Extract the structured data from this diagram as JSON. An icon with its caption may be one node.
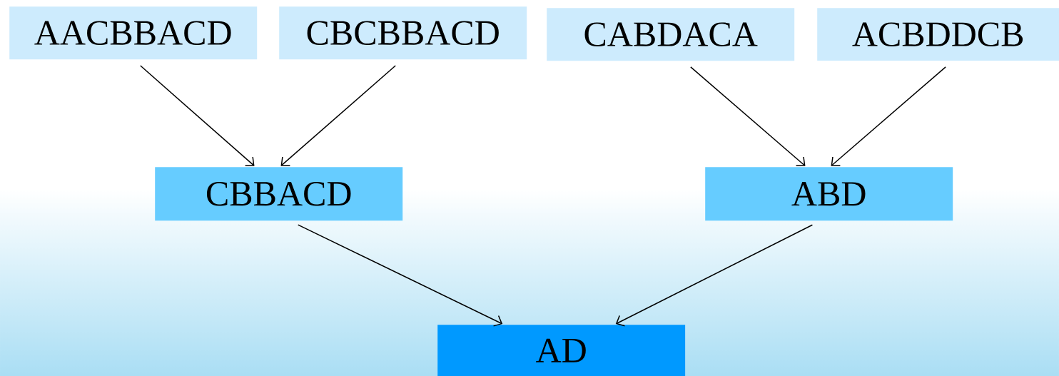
{
  "diagram": {
    "nodes": [
      {
        "text": [
          "AACBBACD"
        ]
      },
      {
        "text": [
          "CBCBBACD"
        ]
      },
      {
        "text": [
          "CABDACA"
        ]
      },
      {
        "text": [
          "ACBDDCB"
        ]
      },
      {
        "text": [
          "CBBACD"
        ]
      },
      {
        "text": [
          "ABD"
        ]
      },
      {
        "text": [
          "AD"
        ]
      }
    ],
    "edges": [
      {
        "from": 0,
        "to": 4,
        "arrow": "to"
      },
      {
        "from": 1,
        "to": 4,
        "arrow": "to"
      },
      {
        "from": 2,
        "to": 5,
        "arrow": "to"
      },
      {
        "from": 3,
        "to": 5,
        "arrow": "to"
      },
      {
        "from": 4,
        "to": 6,
        "arrow": "to"
      },
      {
        "from": 5,
        "to": 6,
        "arrow": "to"
      }
    ]
  }
}
